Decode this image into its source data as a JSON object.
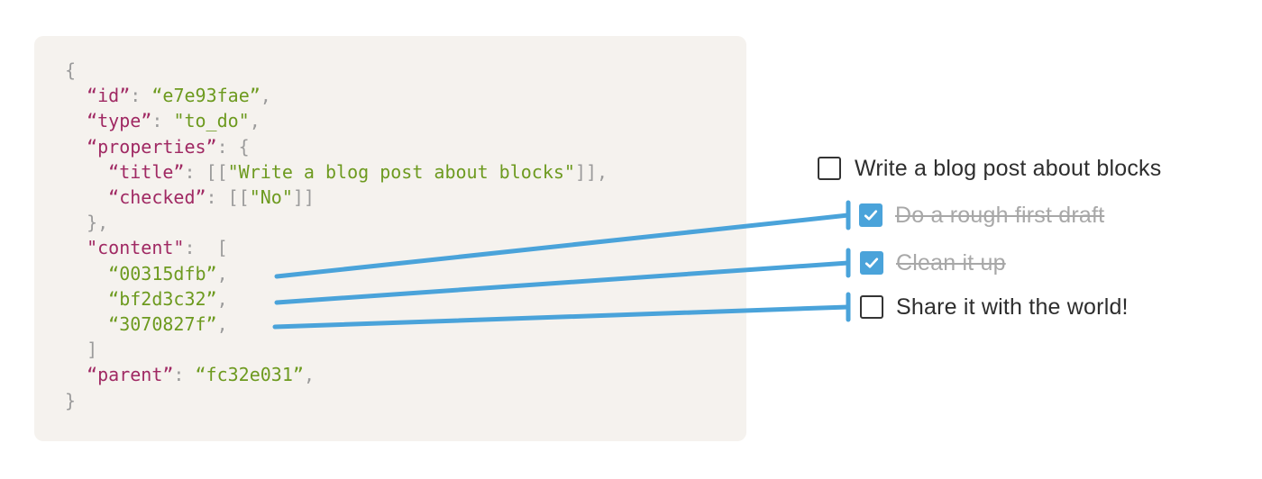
{
  "code_block": {
    "lines": [
      [
        {
          "t": "{",
          "c": "p"
        }
      ],
      [
        {
          "t": "  ",
          "c": "p"
        },
        {
          "t": "“id”",
          "c": "k"
        },
        {
          "t": ": ",
          "c": "p"
        },
        {
          "t": "“e7e93fae”",
          "c": "v"
        },
        {
          "t": ",",
          "c": "p"
        }
      ],
      [
        {
          "t": "  ",
          "c": "p"
        },
        {
          "t": "“type”",
          "c": "k"
        },
        {
          "t": ": ",
          "c": "p"
        },
        {
          "t": "\"to_do\"",
          "c": "v"
        },
        {
          "t": ",",
          "c": "p"
        }
      ],
      [
        {
          "t": "  ",
          "c": "p"
        },
        {
          "t": "“properties”",
          "c": "k"
        },
        {
          "t": ": {",
          "c": "p"
        }
      ],
      [
        {
          "t": "    ",
          "c": "p"
        },
        {
          "t": "“title”",
          "c": "k"
        },
        {
          "t": ": [[",
          "c": "p"
        },
        {
          "t": "\"Write a blog post about blocks\"",
          "c": "v"
        },
        {
          "t": "]],",
          "c": "p"
        }
      ],
      [
        {
          "t": "    ",
          "c": "p"
        },
        {
          "t": "“checked”",
          "c": "k"
        },
        {
          "t": ": [[",
          "c": "p"
        },
        {
          "t": "\"No\"",
          "c": "v"
        },
        {
          "t": "]]",
          "c": "p"
        }
      ],
      [
        {
          "t": "  },",
          "c": "p"
        }
      ],
      [
        {
          "t": "  ",
          "c": "p"
        },
        {
          "t": "\"content\"",
          "c": "k"
        },
        {
          "t": ":  [",
          "c": "p"
        }
      ],
      [
        {
          "t": "    ",
          "c": "p"
        },
        {
          "t": "“00315dfb”",
          "c": "v"
        },
        {
          "t": ",",
          "c": "p"
        }
      ],
      [
        {
          "t": "    ",
          "c": "p"
        },
        {
          "t": "“bf2d3c32”",
          "c": "v"
        },
        {
          "t": ",",
          "c": "p"
        }
      ],
      [
        {
          "t": "    ",
          "c": "p"
        },
        {
          "t": "“3070827f”",
          "c": "v"
        },
        {
          "t": ",",
          "c": "p"
        }
      ],
      [
        {
          "t": "  ]",
          "c": "p"
        }
      ],
      [
        {
          "t": "  ",
          "c": "p"
        },
        {
          "t": "“parent”",
          "c": "k"
        },
        {
          "t": ": ",
          "c": "p"
        },
        {
          "t": "“fc32e031”",
          "c": "v"
        },
        {
          "t": ",",
          "c": "p"
        }
      ],
      [
        {
          "t": "}",
          "c": "p"
        }
      ]
    ]
  },
  "todo_list": {
    "items": [
      {
        "label": "Write a blog post about blocks",
        "checked": false
      },
      {
        "label": "Do a rough first draft",
        "checked": true
      },
      {
        "label": "Clean it up",
        "checked": true
      },
      {
        "label": "Share it with the world!",
        "checked": false
      }
    ]
  },
  "colors": {
    "code_background": "#f5f2ee",
    "json_key": "#a02963",
    "json_value": "#6d9a1f",
    "json_punctuation": "#9b9b9b",
    "connector_blue": "#4aa3da",
    "todo_text": "#2e2e2e",
    "todo_done_text": "#a8a8a8",
    "checkbox_border": "#343434"
  }
}
